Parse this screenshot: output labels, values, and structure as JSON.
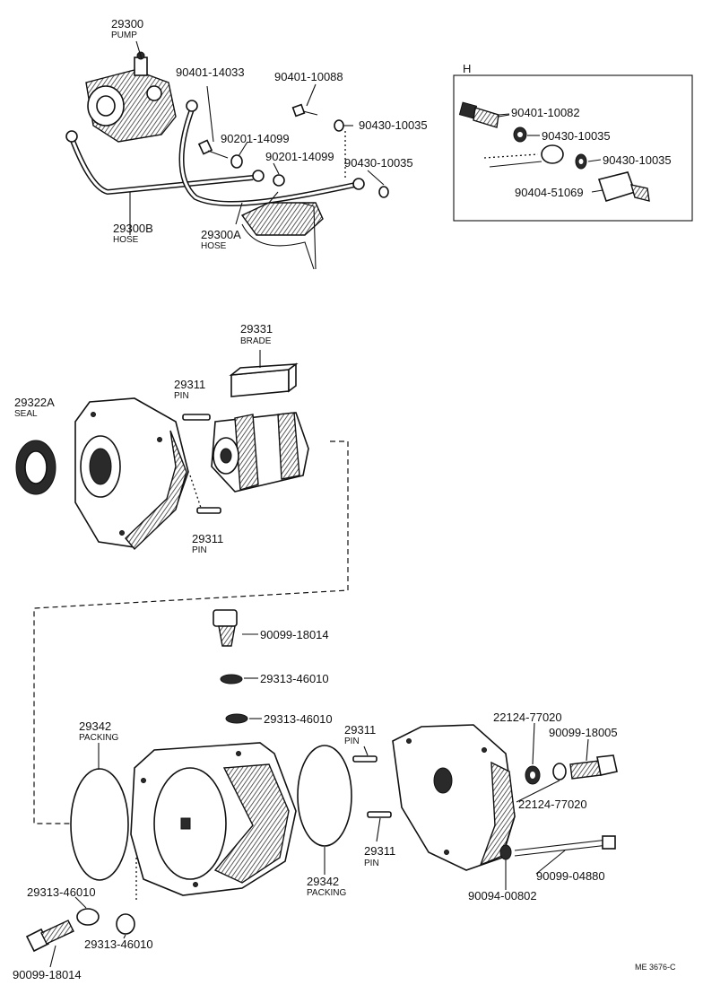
{
  "top": {
    "pump": {
      "part_no": "29300",
      "name": "PUMP"
    },
    "hose_b": {
      "part_no": "29300B",
      "name": "HOSE"
    },
    "hose_a": {
      "part_no": "29300A",
      "name": "HOSE"
    },
    "bolt_14033": "90401-14033",
    "bolt_10088": "90401-10088",
    "gasket_14099_a": "90201-14099",
    "gasket_14099_b": "90201-14099",
    "gasket_10035_a": "90430-10035",
    "gasket_10035_b": "90430-10035"
  },
  "inset_h": {
    "title": "H",
    "bolt_10082": "90401-10082",
    "gasket_10035_a": "90430-10035",
    "gasket_10035_b": "90430-10035",
    "union_51069": "90404-51069"
  },
  "middle": {
    "brade": {
      "part_no": "29331",
      "name": "BRADE"
    },
    "pin_upper": {
      "part_no": "29311",
      "name": "PIN"
    },
    "pin_lower": {
      "part_no": "29311",
      "name": "PIN"
    },
    "seal": {
      "part_no": "29322A",
      "name": "SEAL"
    }
  },
  "bottom": {
    "bolt_18014_top": "90099-18014",
    "gasket_46010_a": "29313-46010",
    "gasket_46010_b": "29313-46010",
    "packing_left": {
      "part_no": "29342",
      "name": "PACKING"
    },
    "packing_right": {
      "part_no": "29342",
      "name": "PACKING"
    },
    "pin_upper": {
      "part_no": "29311",
      "name": "PIN"
    },
    "pin_lower": {
      "part_no": "29311",
      "name": "PIN"
    },
    "washer_77020_a": "22124-77020",
    "washer_77020_b": "22124-77020",
    "bolt_18005": "90099-18005",
    "bolt_04880": "90099-04880",
    "washer_00802": "90094-00802",
    "gasket_46010_c": "29313-46010",
    "gasket_46010_d": "29313-46010",
    "bolt_18014_bottom": "90099-18014"
  },
  "ref_code": "ME 3676-C"
}
